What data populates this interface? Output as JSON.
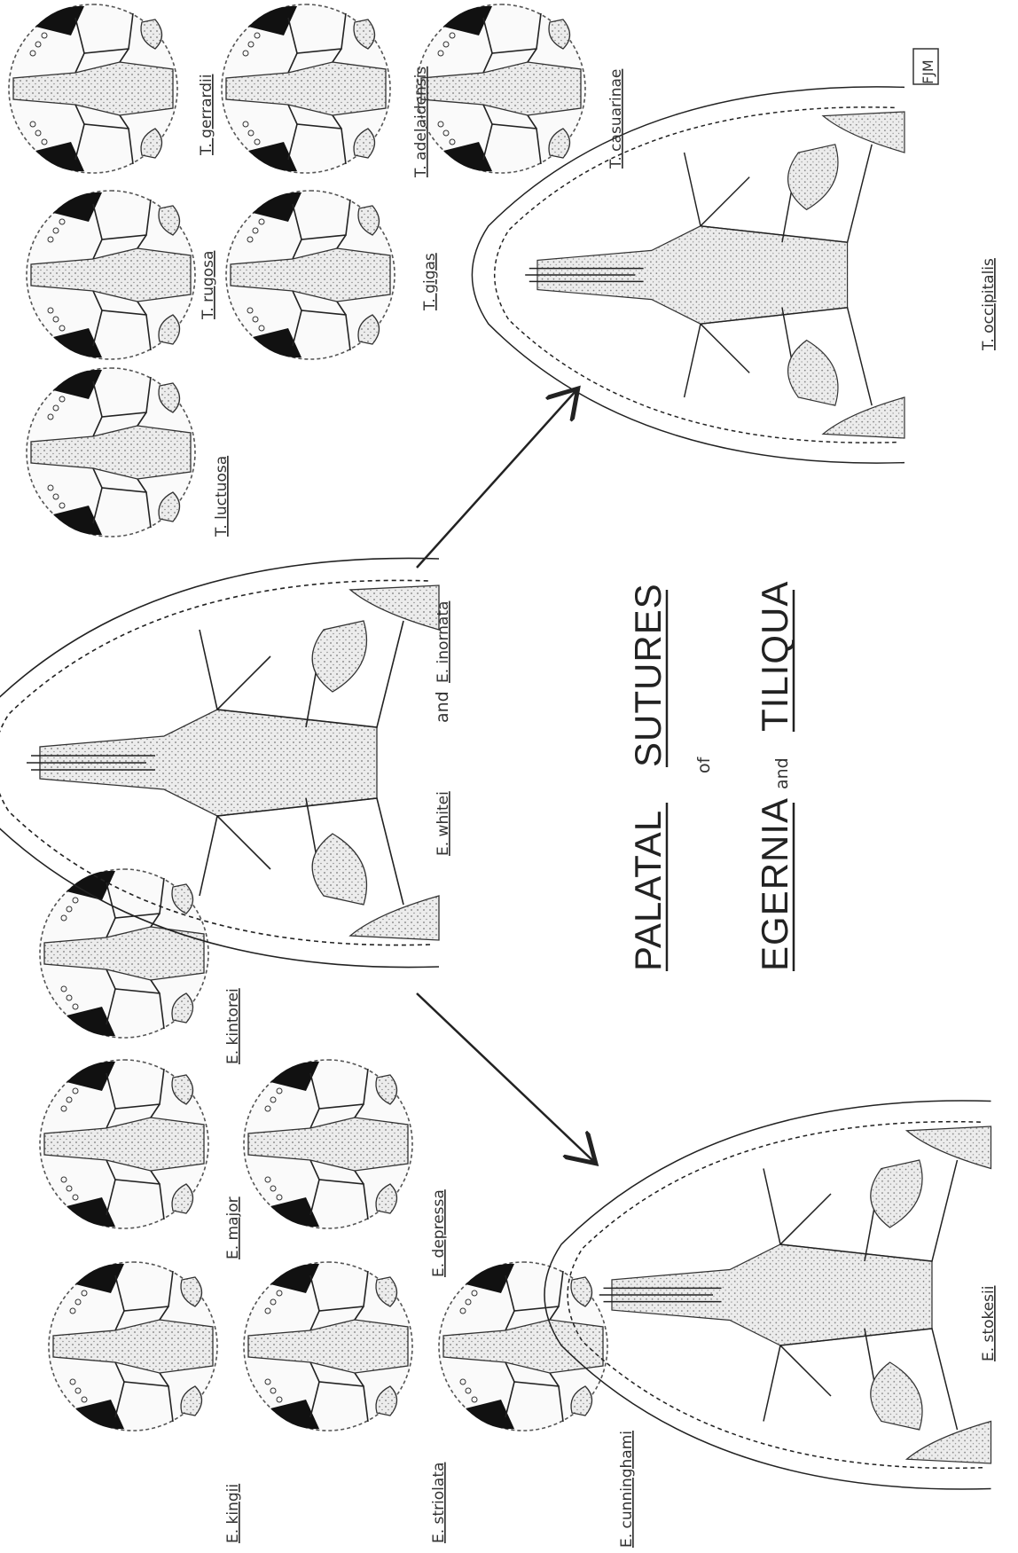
{
  "title": {
    "line1": "PALATAL",
    "line1b": "SUTURES",
    "of": "of",
    "line2a": "EGERNIA",
    "and": "and",
    "line2b": "TILIQUA"
  },
  "monogram": "FJM",
  "labels": {
    "e_kingii": "E. kingii",
    "e_striolata": "E. striolata",
    "e_cunninghami": "E. cunninghami",
    "e_major": "E. major",
    "e_depressa": "E. depressa",
    "e_kintorei": "E. kintorei",
    "e_stokesii": "E. stokesii",
    "e_whitei": "E. whitei",
    "and_word": "and",
    "e_inornata": "E. inornata",
    "t_luctuosa": "T. luctuosa",
    "t_rugosa": "T. rugosa",
    "t_gigas": "T. gigas",
    "t_gerrardii": "T. gerrardii",
    "t_adelaidensis": "T. adelaidensis",
    "t_casuarinae": "T. casuarinae",
    "t_occipitalis": "T. occipitalis"
  }
}
